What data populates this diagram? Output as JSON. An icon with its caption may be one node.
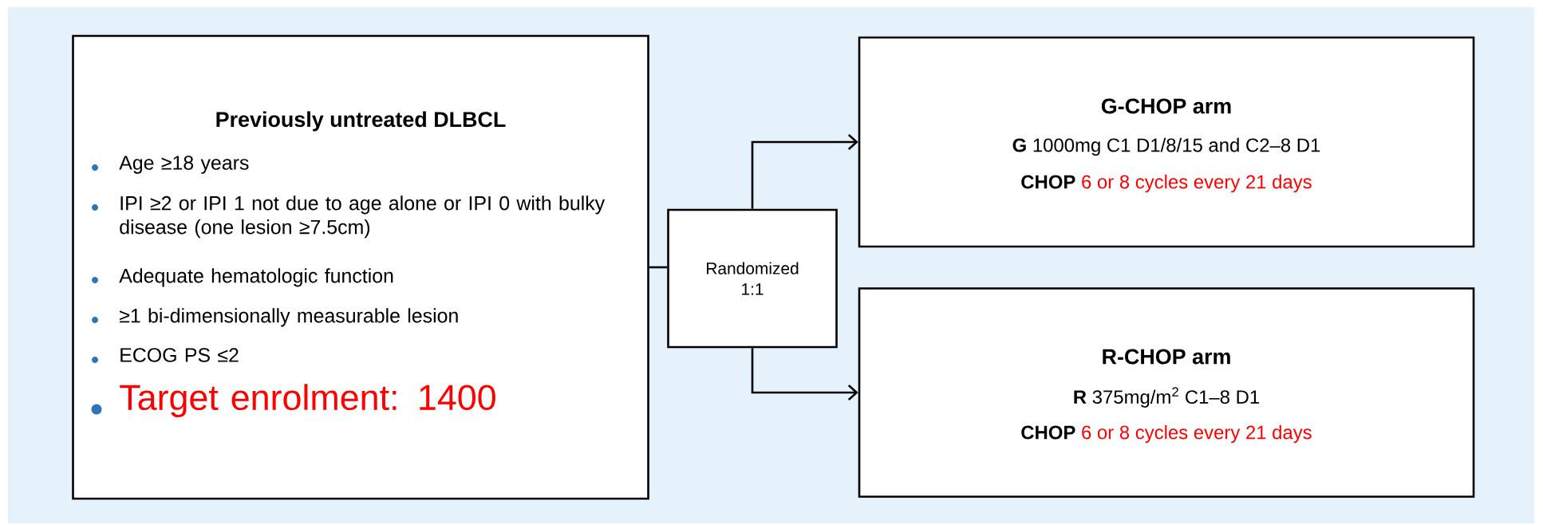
{
  "diagram": {
    "nodes": [
      {
        "text": [
          "Previously untreated DLBCL",
          "Age ≥18 years",
          "IPI ≥2 or IPI 1 not due to age alone or IPI 0 with bulky disease (one lesion ≥7.5cm)",
          "Adequate hematologic function",
          "≥1 bi-dimensionally measurable lesion",
          "ECOG PS ≤2",
          "Target enrolment: 1400"
        ]
      },
      {
        "text": [
          "Randomized 1:1"
        ]
      },
      {
        "text": [
          "G-CHOP arm",
          "**G** 1000mg C1 D1/8/15 and C2–8 D1",
          "CHOP",
          "6 or 8 cycles every 21 days"
        ]
      },
      {
        "text": [
          "R-CHOP arm",
          "**R** 375mg/m$^{2}$ C1–8 D1",
          "CHOP",
          "6 or 8 cycles every 21 days"
        ]
      }
    ],
    "edges": [
      {
        "from": 0,
        "to": 1,
        "arrow": "none"
      },
      {
        "from": 1,
        "to": 2,
        "arrow": "to"
      },
      {
        "from": 1,
        "to": 3,
        "arrow": "to"
      }
    ]
  }
}
